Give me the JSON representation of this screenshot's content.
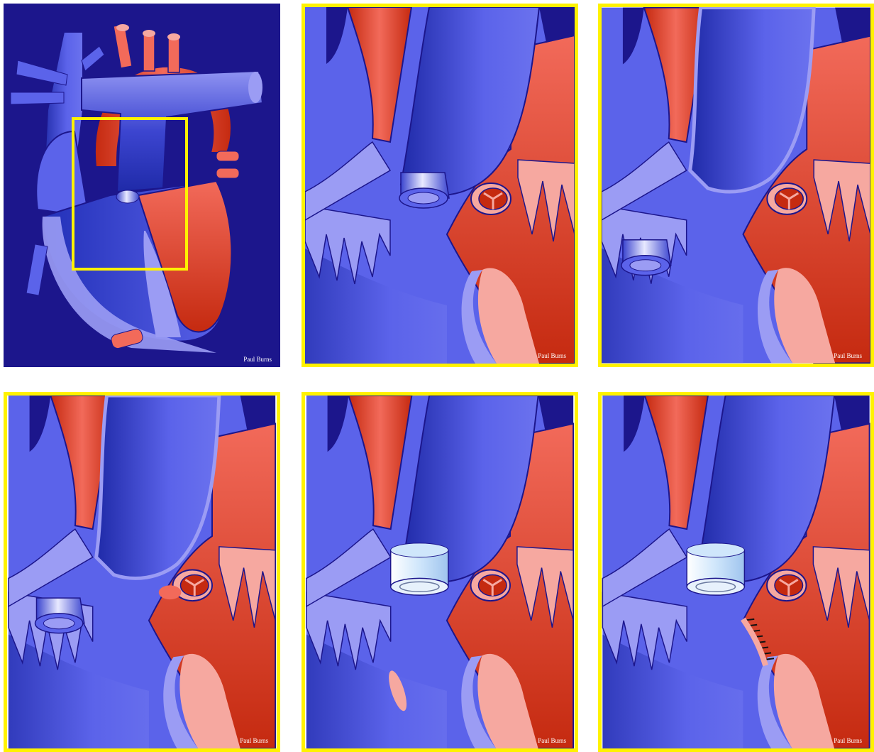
{
  "credit": "Paul Burns",
  "colors": {
    "background": "#1c168c",
    "venous_dark": "#2230b8",
    "venous": "#5b63ea",
    "venous_light": "#9b9cf4",
    "arterial_dark": "#c52a10",
    "arterial": "#f26a5a",
    "arterial_light": "#f6a8a0",
    "frame": "#fff200",
    "conduit": "#cfe6fb"
  },
  "panels": [
    {
      "id": "overview",
      "stage": "overview"
    },
    {
      "id": "step1",
      "stage": "conduit-in-place"
    },
    {
      "id": "step2",
      "stage": "conduit-removed"
    },
    {
      "id": "step3",
      "stage": "conduit-removed-annulus"
    },
    {
      "id": "step4",
      "stage": "new-valved-conduit"
    },
    {
      "id": "step5",
      "stage": "new-conduit-sutured"
    }
  ]
}
